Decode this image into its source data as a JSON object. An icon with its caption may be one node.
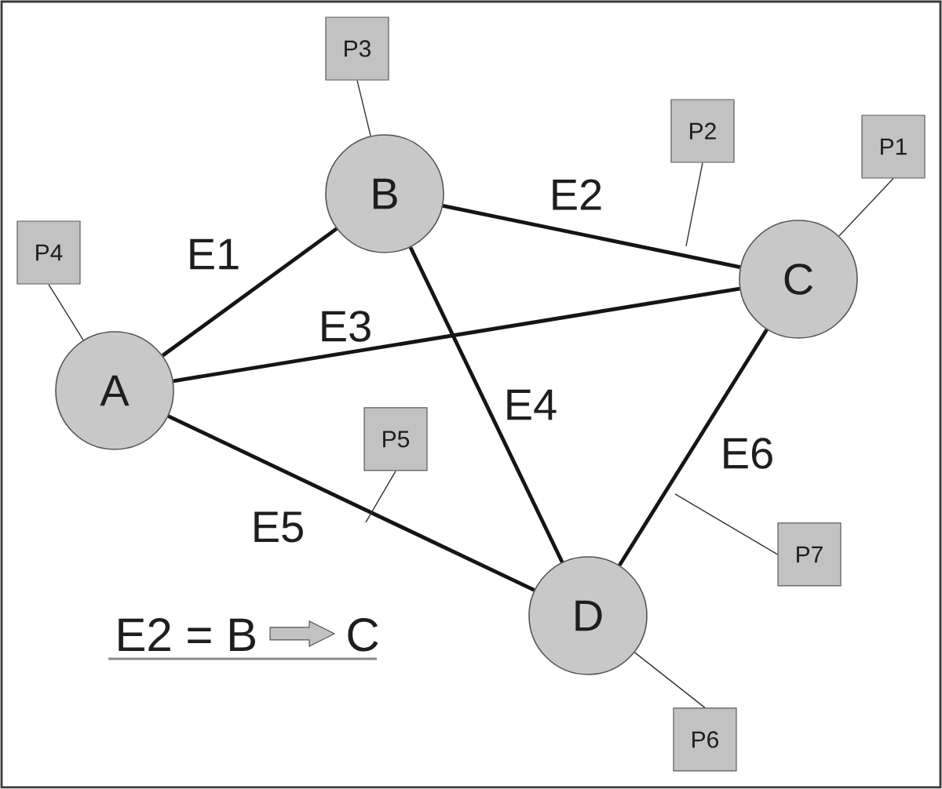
{
  "diagram": {
    "nodes": [
      {
        "text": [
          "A"
        ]
      },
      {
        "text": [
          "B"
        ]
      },
      {
        "text": [
          "C"
        ]
      },
      {
        "text": [
          "D"
        ]
      },
      {
        "text": [
          "P1"
        ]
      },
      {
        "text": [
          "P2"
        ]
      },
      {
        "text": [
          "P3"
        ]
      },
      {
        "text": [
          "P4"
        ]
      },
      {
        "text": [
          "P5"
        ]
      },
      {
        "text": [
          "P6"
        ]
      },
      {
        "text": [
          "P7"
        ]
      }
    ],
    "edges": [
      {
        "from": 0,
        "to": 1,
        "arrow": "none",
        "label": "E1",
        "style": "thick"
      },
      {
        "from": 1,
        "to": 2,
        "arrow": "none",
        "label": "E2",
        "style": "thick"
      },
      {
        "from": 0,
        "to": 2,
        "arrow": "none",
        "label": "E3",
        "style": "thick"
      },
      {
        "from": 1,
        "to": 3,
        "arrow": "none",
        "label": "E4",
        "style": "thick"
      },
      {
        "from": 0,
        "to": 3,
        "arrow": "none",
        "label": "E5",
        "style": "thick"
      },
      {
        "from": 2,
        "to": 3,
        "arrow": "none",
        "label": "E6",
        "style": "thick"
      },
      {
        "from": 4,
        "to": 2,
        "arrow": "none"
      },
      {
        "from": 5,
        "to": null,
        "arrow": "none"
      },
      {
        "from": 6,
        "to": 1,
        "arrow": "none"
      },
      {
        "from": 7,
        "to": 0,
        "arrow": "none"
      },
      {
        "from": 8,
        "to": null,
        "arrow": "none"
      },
      {
        "from": 9,
        "to": 3,
        "arrow": "none"
      },
      {
        "from": 10,
        "to": null,
        "arrow": "none"
      }
    ],
    "labels": [
      "E2 = B",
      "C"
    ]
  }
}
